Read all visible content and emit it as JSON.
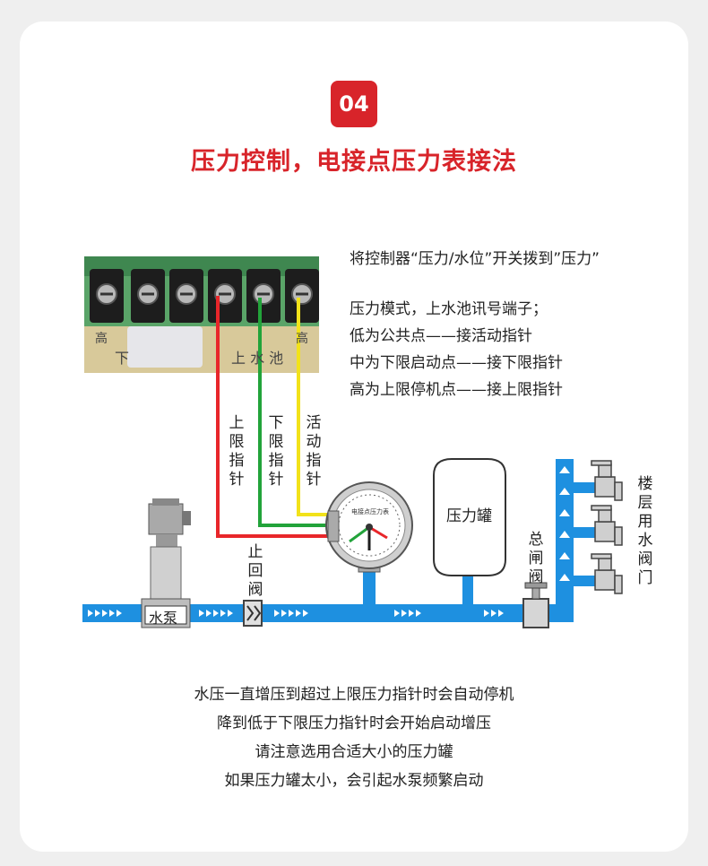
{
  "step_number": "04",
  "title": "压力控制，电接点压力表接法",
  "instructions": {
    "line1": "将控制器“压力/水位”开关拨到”压力”",
    "line2": "压力模式，上水池讯号端子；",
    "line3": "低为公共点——接活动指针",
    "line4": "中为下限启动点——接下限指针",
    "line5": "高为上限停机点——接上限指针"
  },
  "terminal_block": {
    "left_label": "下",
    "right_label": "上 水 池",
    "top_left_char": "高",
    "top_right_char": "高"
  },
  "wire_labels": {
    "upper_pointer": "上限指针",
    "lower_pointer": "下限指针",
    "moving_pointer": "活动指针"
  },
  "gauge_label": "电接点压力表",
  "components": {
    "pump": "水泵",
    "check_valve": "止回阀",
    "tank": "压力罐",
    "main_valve": "总闸阀",
    "floor_valves": "楼层用水阀门"
  },
  "notes": {
    "line1": "水压一直增压到超过上限压力指针时会自动停机",
    "line2": "降到低于下限压力指针时会开始启动增压",
    "line3": "请注意选用合适大小的压力罐",
    "line4": "如果压力罐太小，会引起水泵频繁启动"
  },
  "colors": {
    "accent": "#d8242a",
    "pipe": "#1e90e0",
    "wire_red": "#e8262a",
    "wire_green": "#22a33a",
    "wire_yellow": "#f2e21a",
    "terminal_green": "#4f9a5c"
  }
}
